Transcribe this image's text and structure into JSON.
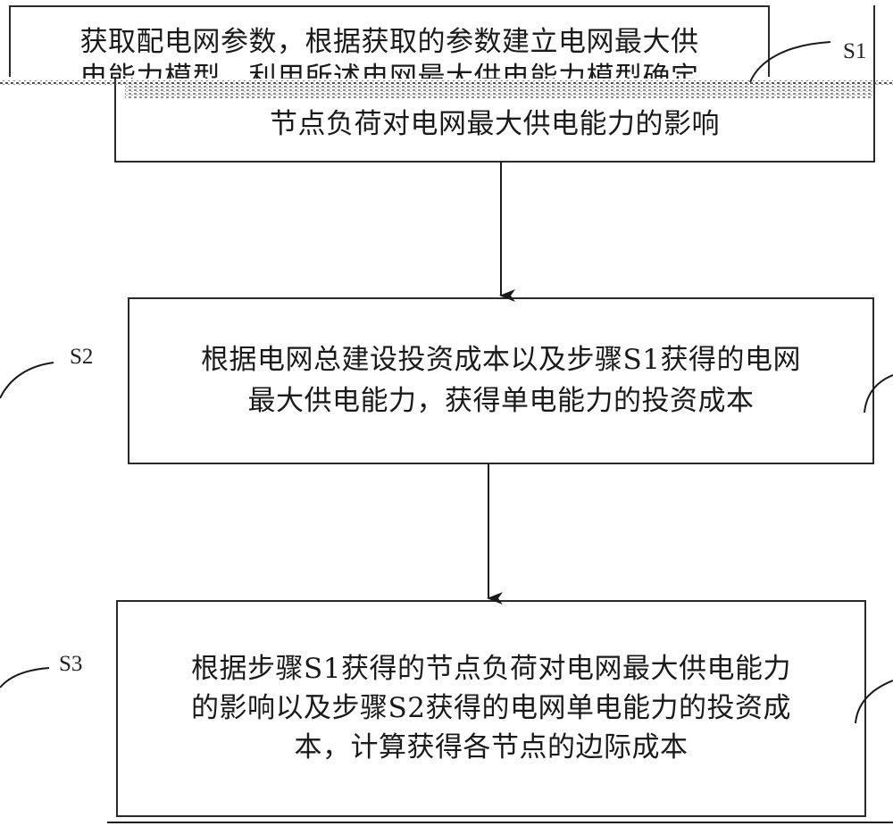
{
  "steps": [
    {
      "label": "S1",
      "lines": [
        "获取配电网参数，根据获取的参数建立电网最大供",
        "电能力模型，利用所述电网最大供电能力模型确定",
        "节点负荷对电网最大供电能力的影响"
      ]
    },
    {
      "label": "S2",
      "lines": [
        "根据电网总建设投资成本以及步骤S1获得的电网",
        "最大供电能力，获得单电能力的投资成本"
      ]
    },
    {
      "label": "S3",
      "lines": [
        "根据步骤S1获得的节点负荷对电网最大供电能力",
        "的影响以及步骤S2获得的电网单电能力的投资成",
        "本，计算获得各节点的边际成本"
      ]
    }
  ]
}
